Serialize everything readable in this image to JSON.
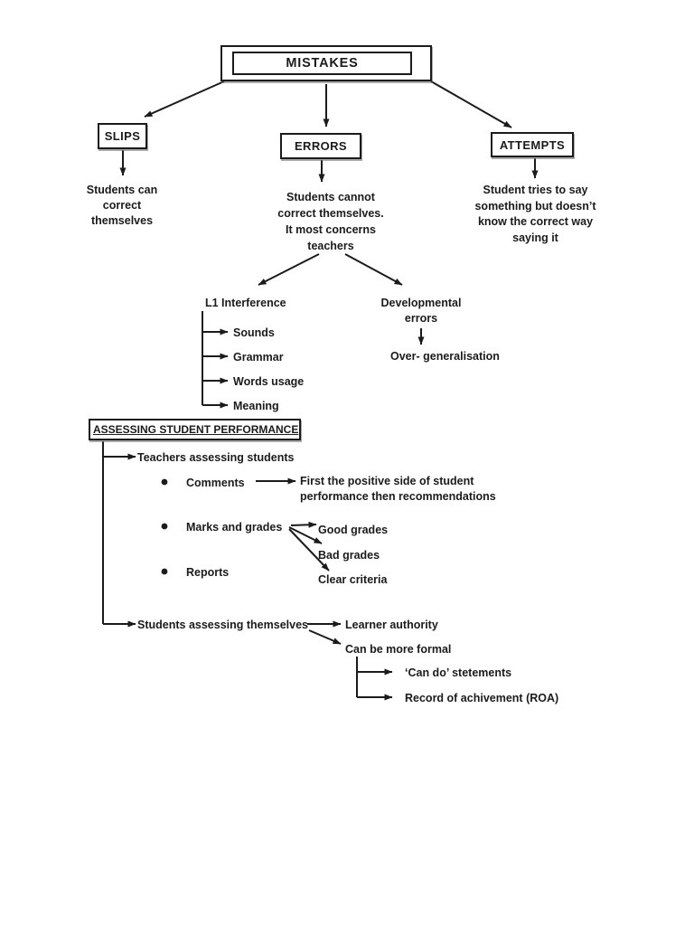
{
  "page": {
    "background": "#ffffff",
    "ink": "#1b1b1b"
  },
  "mindmap": {
    "title": "MISTAKES",
    "branches": {
      "slips": {
        "label": "SLIPS",
        "description": "Students can\ncorrect\nthemselves"
      },
      "errors": {
        "label": "ERRORS",
        "description": "Students cannot\ncorrect themselves.\nIt most concerns\nteachers",
        "l1": {
          "label": "L1 Interference",
          "children": [
            "Sounds",
            "Grammar",
            "Words usage",
            "Meaning"
          ]
        },
        "developmental": {
          "label": "Developmental\nerrors",
          "child": "Over- generalisation"
        }
      },
      "attempts": {
        "label": "ATTEMPTS",
        "description": "Student tries to say\nsomething but doesn’t\nknow the correct way\nsaying it"
      }
    }
  },
  "assessment": {
    "title": "ASSESSING STUDENT PERFORMANCE",
    "teachers": {
      "label": "Teachers assessing students",
      "comments": {
        "label": "Comments",
        "note": "First the positive side of student\nperformance then recommendations"
      },
      "marks": {
        "label": "Marks and grades",
        "children": [
          "Good grades",
          "Bad grades",
          "Clear criteria"
        ]
      },
      "reports": {
        "label": "Reports"
      }
    },
    "students": {
      "label": "Students assessing themselves",
      "children": [
        "Learner authority",
        "Can be more formal"
      ],
      "formal_children": [
        "‘Can do’ stetements",
        "Record of achivement (ROA)"
      ]
    }
  }
}
